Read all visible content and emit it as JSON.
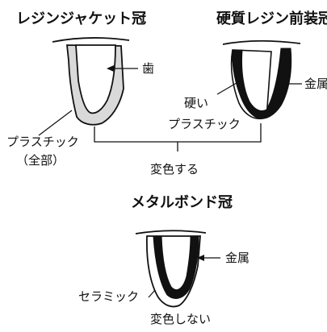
{
  "titles": {
    "resin_jacket_crown": "レジンジャケット冠",
    "hard_resin_veneer_crown": "硬質レジン前装冠",
    "metal_bond_crown": "メタルボンド冠"
  },
  "labels": {
    "tooth": "歯",
    "plastic_all_line1": "プラスチック",
    "plastic_all_line2": "（全部）",
    "hard_plastic_line1": "硬い",
    "hard_plastic_line2": "プラスチック",
    "metal_top": "金属",
    "metal_bottom": "金属",
    "ceramic": "セラミック",
    "discolors": "変色する",
    "no_discolor": "変色しない"
  },
  "colors": {
    "stroke": "#111111",
    "plastic_fill": "#d9d9d9",
    "metal_fill": "#111111",
    "background": "#ffffff"
  }
}
